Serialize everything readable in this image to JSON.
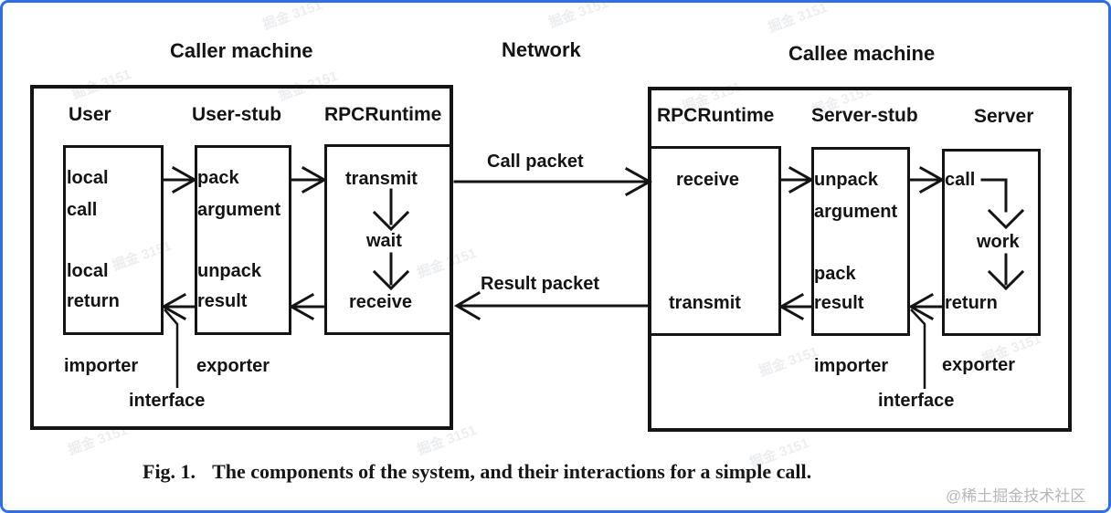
{
  "colors": {
    "frame": "#2f6ee3",
    "ink": "#141414",
    "site_watermark": "#b7b7ba"
  },
  "titles": {
    "caller": "Caller machine",
    "network": "Network",
    "callee": "Callee machine"
  },
  "packets": {
    "call": "Call packet",
    "result": "Result packet"
  },
  "caller": {
    "columns": [
      "User",
      "User-stub",
      "RPCRuntime"
    ],
    "user": {
      "l1": "local",
      "l2": "call",
      "l3": "local",
      "l4": "return"
    },
    "stub": {
      "l1": "pack",
      "l2": "argument",
      "l3": "unpack",
      "l4": "result"
    },
    "runtime": {
      "l1": "transmit",
      "l2": "wait",
      "l3": "receive"
    },
    "importer": "importer",
    "exporter": "exporter",
    "interface": "interface"
  },
  "callee": {
    "columns": [
      "RPCRuntime",
      "Server-stub",
      "Server"
    ],
    "runtime": {
      "l1": "receive",
      "l2": "transmit"
    },
    "stub": {
      "l1": "unpack",
      "l2": "argument",
      "l3": "pack",
      "l4": "result"
    },
    "server": {
      "l1": "call",
      "l2": "work",
      "l3": "return"
    },
    "importer": "importer",
    "exporter": "exporter",
    "interface": "interface"
  },
  "caption": {
    "fig": "Fig. 1.",
    "text": "The components of the system, and their interactions for a simple call."
  },
  "watermark": "@稀土掘金技术社区",
  "scan_watermark": "掘金 3151"
}
